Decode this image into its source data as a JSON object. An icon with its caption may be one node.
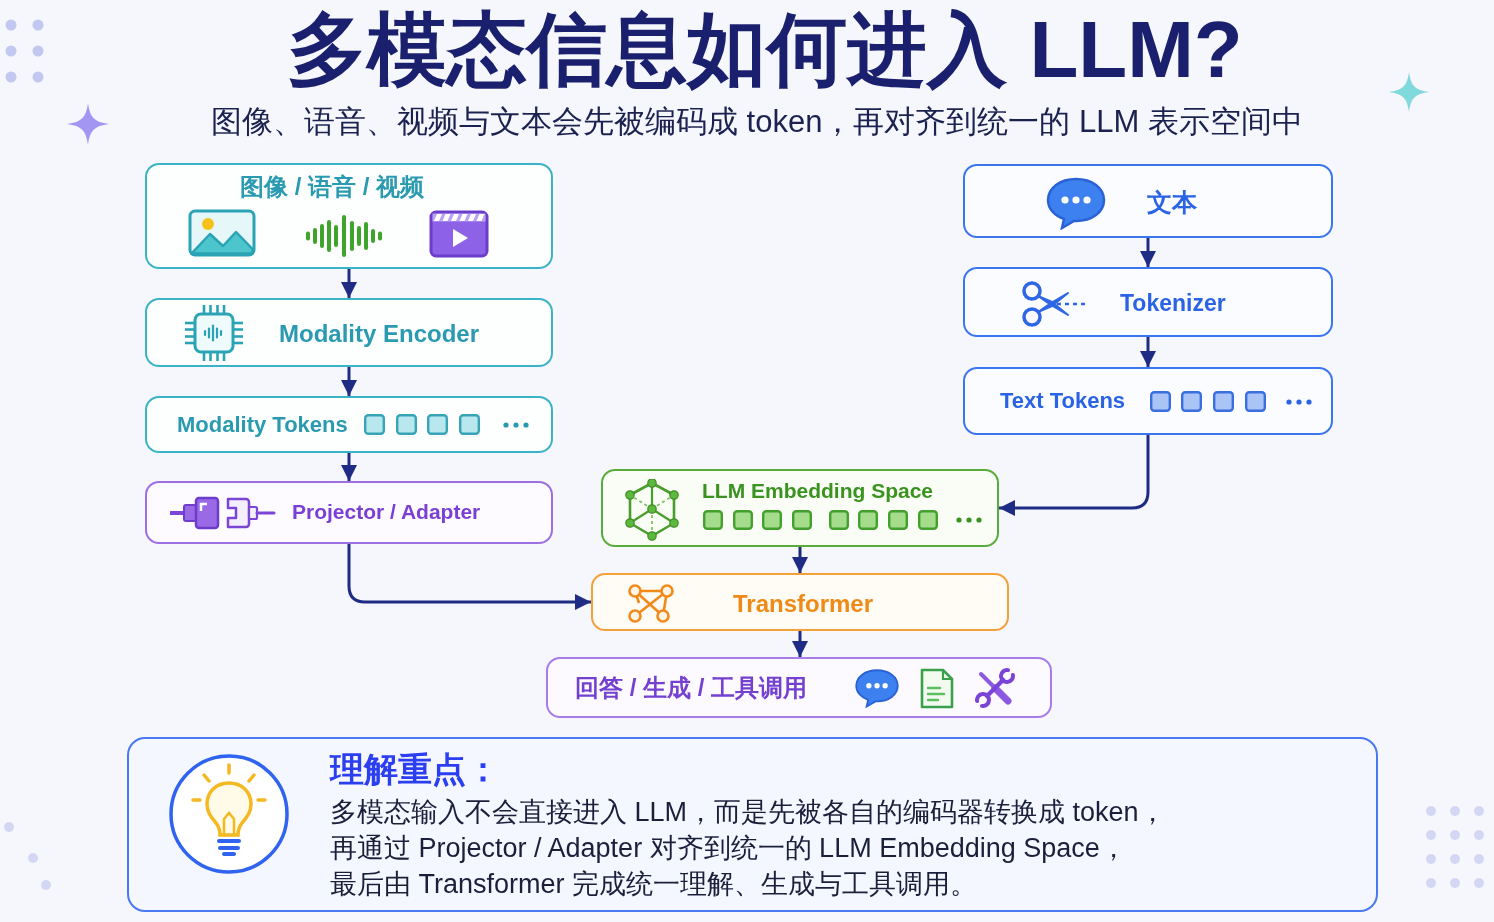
{
  "diagram": {
    "title": "多模态信息如何进入 LLM?",
    "nodes": [
      {
        "text": [
          "图像 / 语音 / 视频"
        ]
      },
      {
        "text": [
          "Modality Encoder"
        ]
      },
      {
        "text": [
          "Modality Tokens"
        ]
      },
      {
        "text": [
          "Projector / Adapter"
        ]
      },
      {
        "text": [
          "文本"
        ]
      },
      {
        "text": [
          "Tokenizer"
        ]
      },
      {
        "text": [
          "Text Tokens"
        ]
      },
      {
        "text": [
          "LLM Embedding Space"
        ]
      },
      {
        "text": [
          "Transformer"
        ]
      },
      {
        "text": [
          "回答 / 生成 / 工具调用"
        ]
      },
      {
        "text": [
          "理解重点：",
          "多模态输入不会直接进入 LLM，而是先被各自的编码器转换成 token，再通过 Projector / Adapter 对齐到统一的 LLM Embedding Space，最后由 Transformer 完成统一理解、生成与工具调用。"
        ]
      }
    ],
    "edges": [
      {
        "from": 0,
        "to": 1,
        "arrow": "to"
      },
      {
        "from": 1,
        "to": 2,
        "arrow": "to"
      },
      {
        "from": 2,
        "to": 3,
        "arrow": "to"
      },
      {
        "from": 3,
        "to": 8,
        "arrow": "to"
      },
      {
        "from": 4,
        "to": 5,
        "arrow": "to"
      },
      {
        "from": 5,
        "to": 6,
        "arrow": "to"
      },
      {
        "from": 6,
        "to": 7,
        "arrow": "to"
      },
      {
        "from": 7,
        "to": 8,
        "arrow": "to"
      },
      {
        "from": 8,
        "to": 9,
        "arrow": "to"
      }
    ],
    "labels": [
      "图像、语音、视频与文本会先被编码成 token，再对齐到统一的 LLM 表示空间中"
    ]
  }
}
